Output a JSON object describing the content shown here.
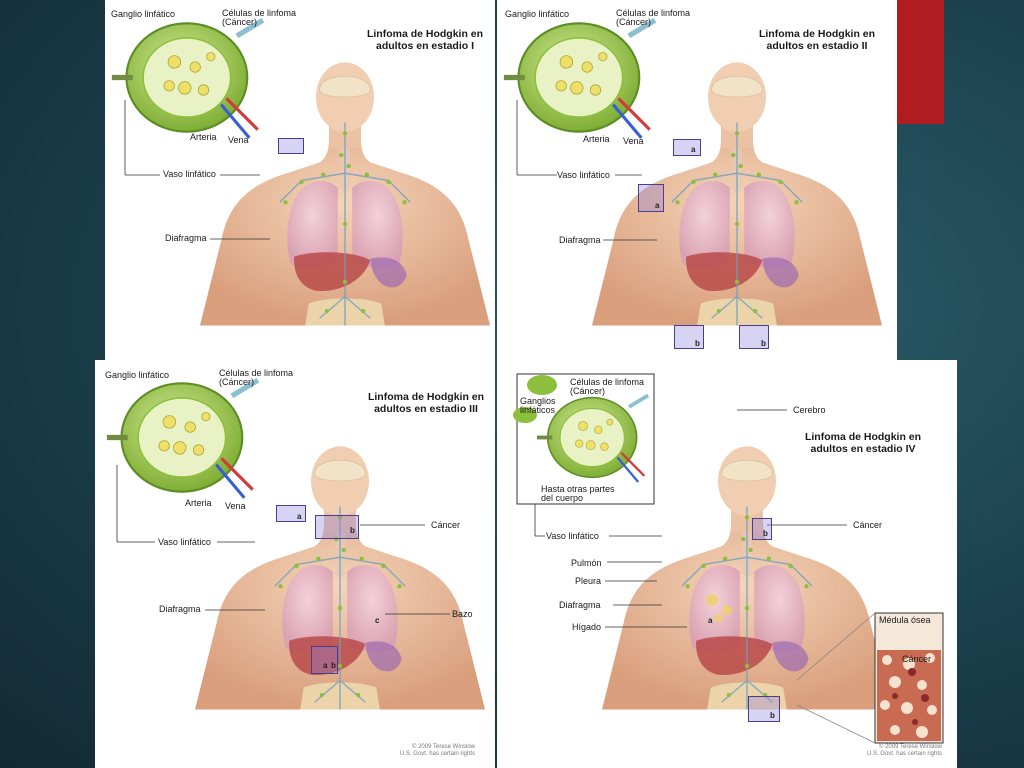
{
  "colors": {
    "background": "#1b3f4c",
    "accent_bar": "#b01c1f",
    "panel": "#ffffff",
    "tumor_box": "#4a3d8f",
    "lymph_node": "#8cbf3c"
  },
  "panels": [
    {
      "title_line1": "Linfoma de Hodgkin en",
      "title_line2": "adultos en estadio I",
      "labels": {
        "node": "Ganglio linfático",
        "cells1": "Células de linfoma",
        "cells2": "(Cáncer)",
        "artery": "Arteria",
        "vein": "Vena",
        "vessel": "Vaso linfático",
        "diaphragm": "Diafragma"
      },
      "tags": []
    },
    {
      "title_line1": "Linfoma de Hodgkin en",
      "title_line2": "adultos en estadio II",
      "labels": {
        "node": "Ganglio linfático",
        "cells1": "Células de linfoma",
        "cells2": "(Cáncer)",
        "artery": "Arteria",
        "vein": "Vena",
        "vessel": "Vaso linfático",
        "diaphragm": "Diafragma"
      },
      "tags": [
        "a",
        "a",
        "b",
        "b"
      ]
    },
    {
      "title_line1": "Linfoma de Hodgkin en",
      "title_line2": "adultos en estadio III",
      "labels": {
        "node": "Ganglio linfático",
        "cells1": "Células de linfoma",
        "cells2": "(Cáncer)",
        "artery": "Arteria",
        "vein": "Vena",
        "vessel": "Vaso linfático",
        "diaphragm": "Diafragma",
        "cancer": "Cáncer",
        "spleen": "Bazo"
      },
      "tags": [
        "a",
        "b",
        "c",
        "a",
        "b"
      ],
      "copyright1": "© 2009 Terese Winslow",
      "copyright2": "U.S. Govt. has certain rights"
    },
    {
      "title_line1": "Linfoma de Hodgkin en",
      "title_line2": "adultos en estadio IV",
      "labels": {
        "cells1": "Células de linfoma",
        "cells2": "(Cáncer)",
        "nodes1": "Ganglios",
        "nodes2": "linfáticos",
        "elsewhere1": "Hasta otras partes",
        "elsewhere2": "del cuerpo",
        "brain": "Cerebro",
        "vessel": "Vaso linfático",
        "cancer": "Cáncer",
        "lung": "Pulmón",
        "pleura": "Pleura",
        "diaphragm": "Diafragma",
        "liver": "Hígado",
        "marrow": "Médula ósea",
        "marrow_cancer": "Cáncer"
      },
      "tags": [
        "b",
        "a",
        "b"
      ],
      "copyright1": "© 2009 Terese Winslow",
      "copyright2": "U.S. Govt. has certain rights"
    }
  ]
}
